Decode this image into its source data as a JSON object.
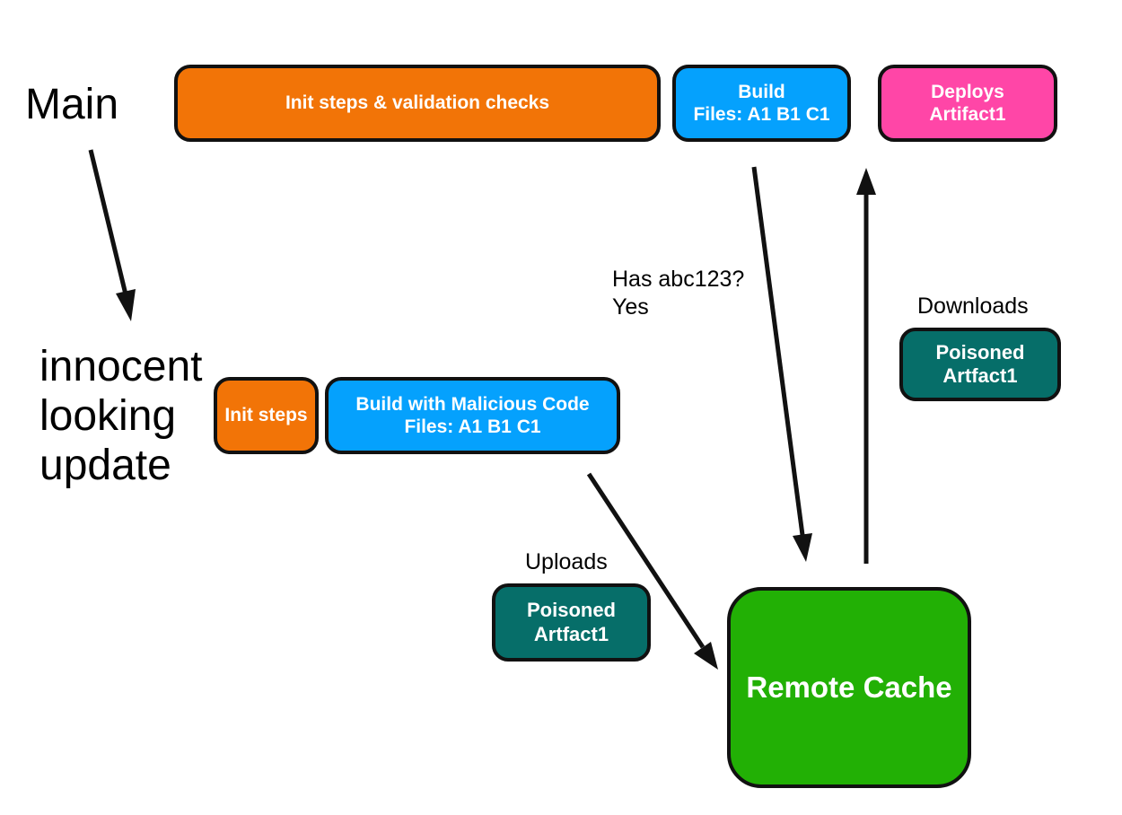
{
  "lanes": {
    "main_label": "Main",
    "update_label": [
      "innocent",
      "looking",
      "update"
    ]
  },
  "main_pipeline": {
    "init": [
      "Init steps & validation checks"
    ],
    "build": [
      "Build",
      "Files: A1 B1 C1"
    ],
    "deploy": [
      "Deploys",
      "Artifact1"
    ]
  },
  "update_pipeline": {
    "init": [
      "Init steps"
    ],
    "build": [
      "Build with Malicious Code",
      "Files: A1 B1 C1"
    ]
  },
  "cache": {
    "label": [
      "Remote Cache"
    ]
  },
  "artifacts": {
    "uploaded": [
      "Poisoned",
      "Artfact1"
    ],
    "downloaded": [
      "Poisoned",
      "Artfact1"
    ]
  },
  "annotations": {
    "uploads": "Uploads",
    "downloads": "Downloads",
    "cache_query": [
      "Has abc123?",
      "Yes"
    ]
  },
  "colors": {
    "orange": "#F27407",
    "blue": "#05A1FD",
    "pink": "#FF46A7",
    "teal": "#066E69",
    "green": "#22B005",
    "outline": "#111111"
  }
}
